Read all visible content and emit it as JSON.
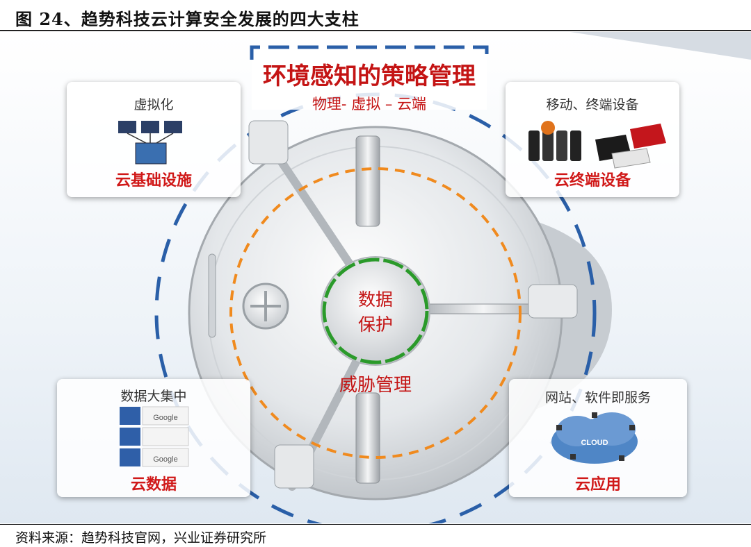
{
  "figure_title": "图 24、趋势科技云计算安全发展的四大支柱",
  "banner": {
    "title": "环境感知的策略管理",
    "subtitle": "物理- 虚拟 – 云端"
  },
  "center": {
    "line1": "数据",
    "line2": "保护",
    "ring_label": "威胁管理"
  },
  "cards": {
    "top_left": {
      "sub": "虚拟化",
      "main": "云基础设施"
    },
    "top_right": {
      "sub": "移动、终端设备",
      "main": "云终端设备"
    },
    "bottom_left": {
      "sub": "数据大集中",
      "main": "云数据"
    },
    "bottom_right": {
      "sub": "网站、软件即服务",
      "main": "云应用"
    }
  },
  "thumbs": {
    "google": "Google",
    "cloud": "CLOUD"
  },
  "source": "资料来源：趋势科技官网，兴业证券研究所",
  "colors": {
    "accent_red": "#d01818",
    "ring_orange": "#f08a1e",
    "ring_blue": "#2a5fa8",
    "ring_green": "#2a9a2a"
  }
}
